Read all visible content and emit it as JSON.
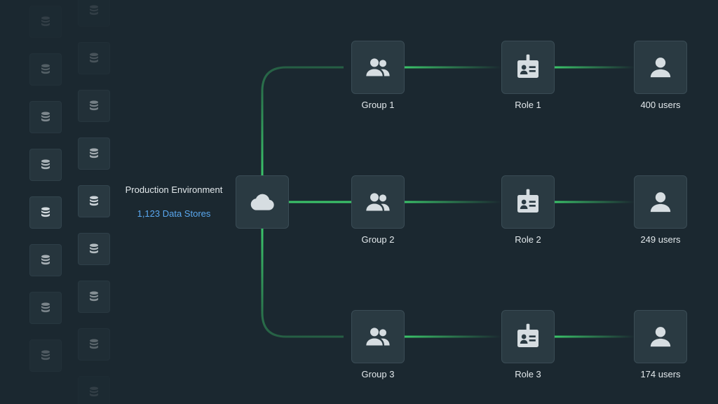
{
  "environment": {
    "title": "Production Environment",
    "count_label": "1,123 Data Stores",
    "icon": "cloud-icon"
  },
  "data_store_icon": "database-icon",
  "groups": [
    {
      "label": "Group 1",
      "icon": "users-icon"
    },
    {
      "label": "Group 2",
      "icon": "users-icon"
    },
    {
      "label": "Group 3",
      "icon": "users-icon"
    }
  ],
  "roles": [
    {
      "label": "Role 1",
      "icon": "id-badge-icon"
    },
    {
      "label": "Role 2",
      "icon": "id-badge-icon"
    },
    {
      "label": "Role 3",
      "icon": "id-badge-icon"
    }
  ],
  "user_counts": [
    {
      "label": "400 users",
      "icon": "user-icon"
    },
    {
      "label": "249 users",
      "icon": "user-icon"
    },
    {
      "label": "174 users",
      "icon": "user-icon"
    }
  ],
  "colors": {
    "background": "#1b2830",
    "tile": "#2a3a42",
    "link_green": "#3bc46a",
    "link_blue": "#3f8fdc",
    "icon": "#d6dde1",
    "count_text": "#5aa8f0"
  }
}
